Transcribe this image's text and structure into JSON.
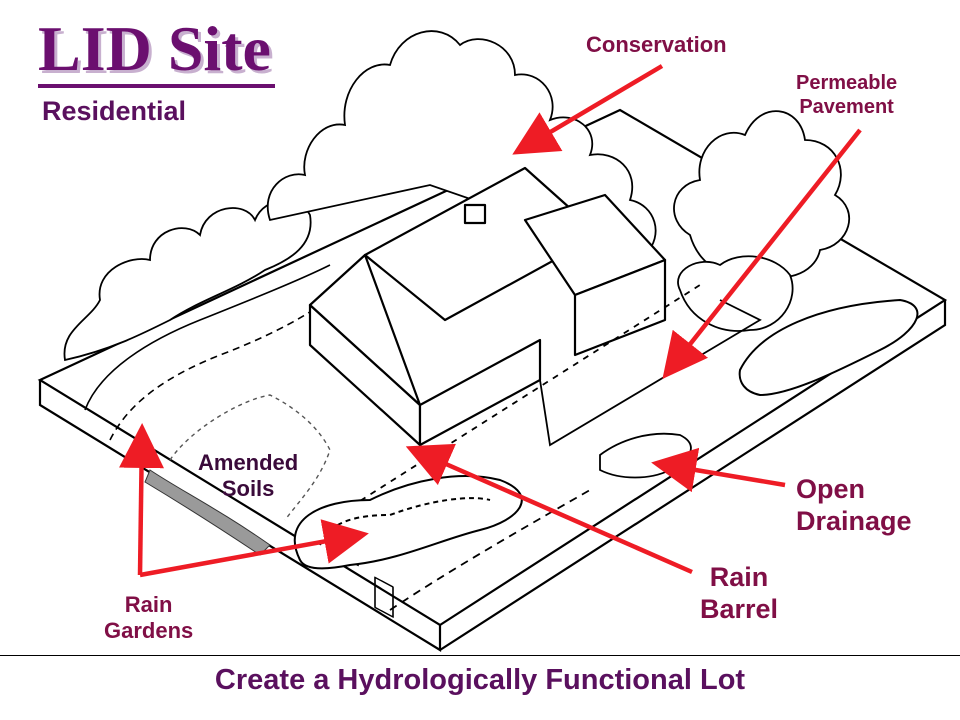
{
  "title": "LID Site",
  "subtitle": "Residential",
  "labels": {
    "conservation": "Conservation",
    "permeable_line1": "Permeable",
    "permeable_line2": "Pavement",
    "amended_line1": "Amended",
    "amended_line2": "Soils",
    "open_line1": "Open",
    "open_line2": "Drainage",
    "rain_barrel_line1": "Rain",
    "rain_barrel_line2": "Barrel",
    "rain_gardens_line1": "Rain",
    "rain_gardens_line2": "Gardens"
  },
  "footer": "Create a Hydrologically Functional Lot",
  "colors": {
    "title": "#6b0f6f",
    "label": "#800f46",
    "arrow": "#ee1c25",
    "line": "#000000"
  }
}
